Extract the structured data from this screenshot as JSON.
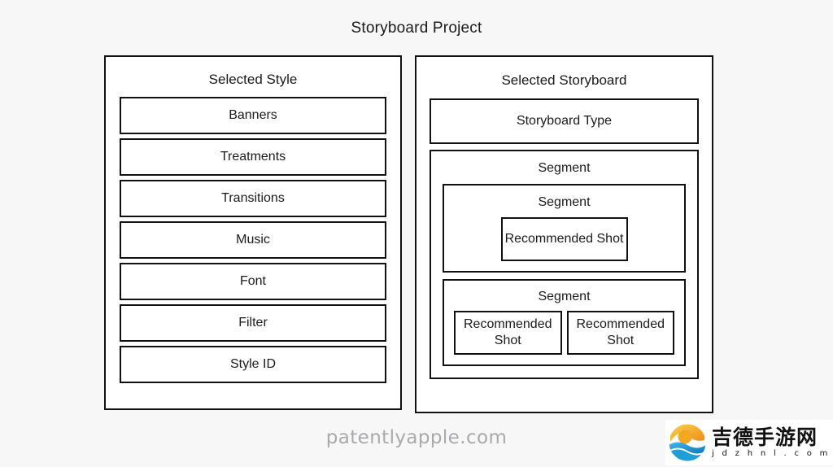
{
  "diagram": {
    "title": "Storyboard Project",
    "left_panel": {
      "heading": "Selected Style",
      "rows": [
        {
          "label": "Banners"
        },
        {
          "label": "Treatments"
        },
        {
          "label": "Transitions"
        },
        {
          "label": "Music"
        },
        {
          "label": "Font"
        },
        {
          "label": "Filter"
        },
        {
          "label": "Style ID"
        }
      ]
    },
    "right_panel": {
      "heading": "Selected Storyboard",
      "storyboard_type": "Storyboard Type",
      "segment_outer": {
        "label": "Segment",
        "segment_mid": {
          "label": "Segment",
          "shot": "Recommended Shot"
        },
        "segment_bottom": {
          "label": "Segment",
          "shots": [
            "Recommended Shot",
            "Recommended Shot"
          ]
        }
      }
    }
  },
  "watermark": {
    "text": "patentlyapple.com"
  },
  "site_logo": {
    "name_cn": "吉德手游网",
    "domain": "j d z h n l . c o m",
    "mark_icon": "sun-wave-circle-icon",
    "colors": {
      "sun": "#f5a623",
      "sun_light": "#f7d34a",
      "wave": "#1e9fd8",
      "wave_dark": "#0d77b8"
    }
  },
  "theme": {
    "background": "#f7f7f7",
    "panel_fill": "#ffffff",
    "stroke": "#111111",
    "text": "#1a1a1a",
    "watermark_color": "#a9a9ae"
  }
}
